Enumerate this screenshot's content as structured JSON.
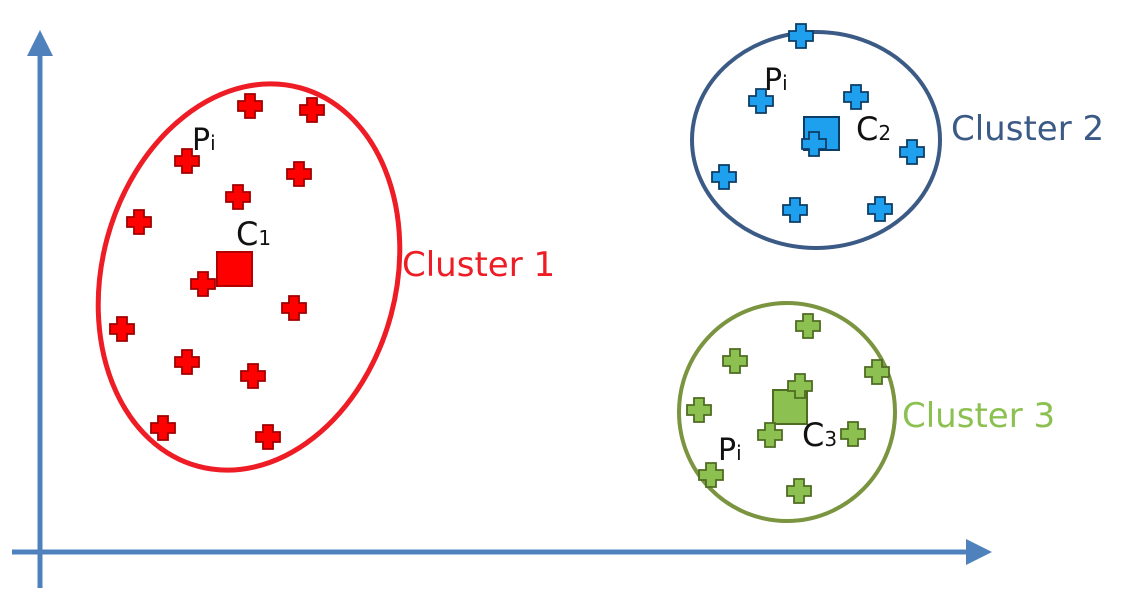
{
  "clusters": [
    {
      "id": 1,
      "label": "Cluster 1",
      "color": "#ff0000",
      "ellipse_color": "#ee1c24",
      "centroid_label": "C",
      "centroid_sub": "1",
      "point_label": "P",
      "point_sub": "i"
    },
    {
      "id": 2,
      "label": "Cluster 2",
      "color": "#1ea0ee",
      "ellipse_color": "#3b5a85",
      "centroid_label": "C",
      "centroid_sub": "2",
      "point_label": "P",
      "point_sub": "i"
    },
    {
      "id": 3,
      "label": "Cluster 3",
      "color": "#8cc152",
      "ellipse_color": "#7a9440",
      "centroid_label": "C",
      "centroid_sub": "3",
      "point_label": "P",
      "point_sub": "i"
    }
  ],
  "axis_color": "#4f81bd"
}
